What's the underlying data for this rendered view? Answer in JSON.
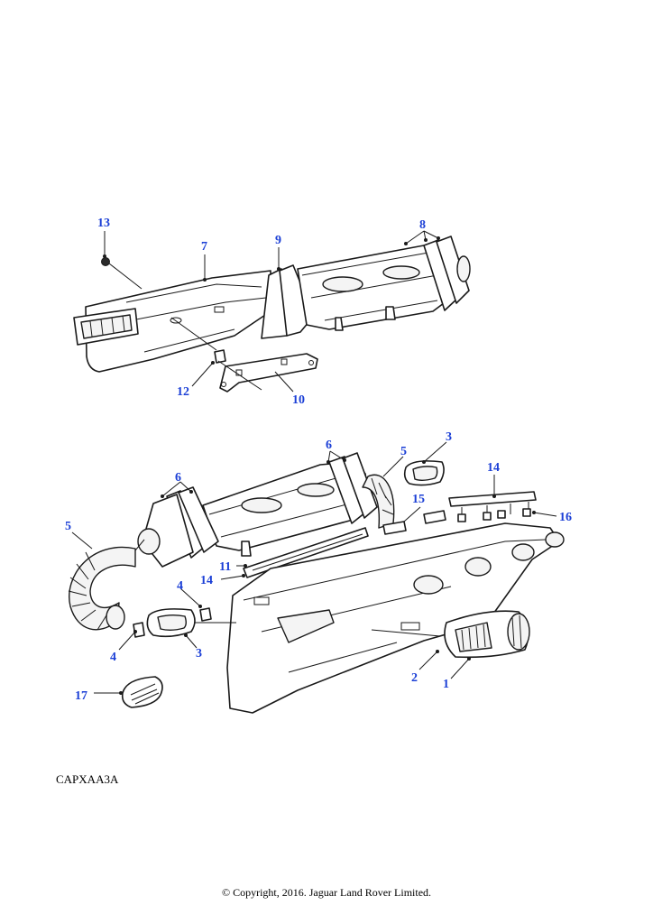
{
  "colors": {
    "callout": "#1b3fd6",
    "line": "#1a1a1a"
  },
  "callouts": [
    {
      "label": "13"
    },
    {
      "label": "7"
    },
    {
      "label": "9"
    },
    {
      "label": "8"
    },
    {
      "label": "12"
    },
    {
      "label": "10"
    },
    {
      "label": "6"
    },
    {
      "label": "5"
    },
    {
      "label": "3"
    },
    {
      "label": "14"
    },
    {
      "label": "6"
    },
    {
      "label": "15"
    },
    {
      "label": "16"
    },
    {
      "label": "5"
    },
    {
      "label": "11"
    },
    {
      "label": "14"
    },
    {
      "label": "4"
    },
    {
      "label": "4"
    },
    {
      "label": "3"
    },
    {
      "label": "2"
    },
    {
      "label": "1"
    },
    {
      "label": "17"
    }
  ],
  "reference_code": "CAPXAA3A",
  "copyright": "© Copyright, 2016. Jaguar Land Rover Limited."
}
